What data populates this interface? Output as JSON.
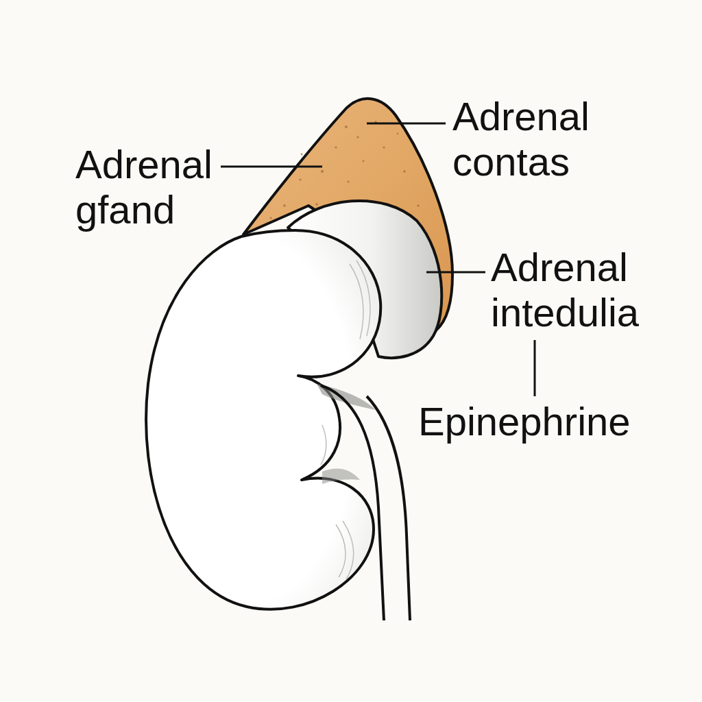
{
  "diagram": {
    "labels": [
      "Adrenal gfand",
      "Adrenal contas",
      "Adrenal intedulia",
      "Epinephrine"
    ]
  }
}
